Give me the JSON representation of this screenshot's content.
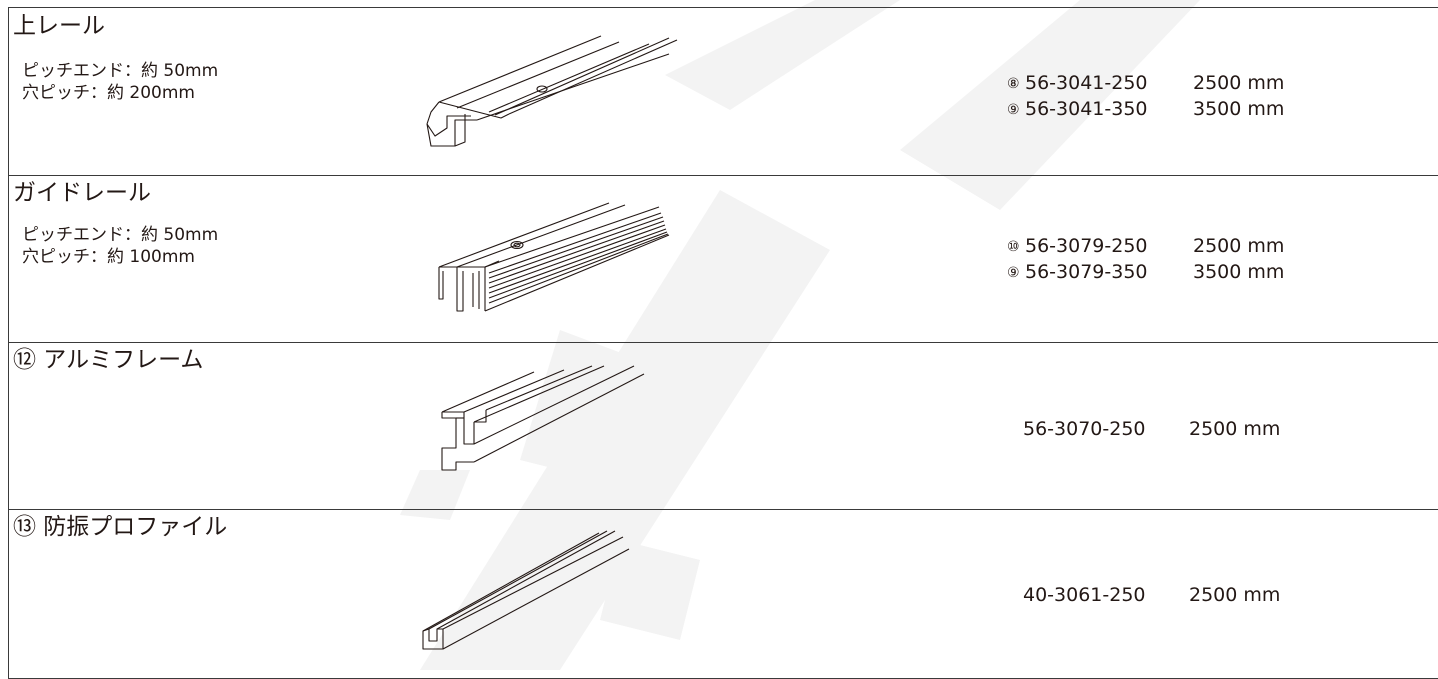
{
  "products": [
    {
      "title": "上レール",
      "specs": [
        "ピッチエンド：約 50mm",
        "穴ピッチ：約 200mm"
      ],
      "items": [
        {
          "mark": "⑧",
          "code": "56-3041-250",
          "length": "2500 mm"
        },
        {
          "mark": "⑨",
          "code": "56-3041-350",
          "length": "3500 mm"
        }
      ]
    },
    {
      "title": "ガイドレール",
      "specs": [
        "ピッチエンド：約 50mm",
        "穴ピッチ：約 100mm"
      ],
      "items": [
        {
          "mark": "⑩",
          "code": "56-3079-250",
          "length": "2500 mm"
        },
        {
          "mark": "⑨",
          "code": "56-3079-350",
          "length": "3500 mm"
        }
      ]
    },
    {
      "title": "⑫ アルミフレーム",
      "items": [
        {
          "code": "56-3070-250",
          "length": "2500 mm"
        }
      ]
    },
    {
      "title": "⑬ 防振プロファイル",
      "items": [
        {
          "code": "40-3061-250",
          "length": "2500 mm"
        }
      ]
    }
  ],
  "drawings": [
    "upper-rail-profile",
    "guide-rail-profile",
    "aluminium-frame-profile",
    "anti-vibration-profile"
  ],
  "colors": {
    "line": "#3a3a3a",
    "text": "#231815",
    "watermark": "#f3f3f3"
  }
}
